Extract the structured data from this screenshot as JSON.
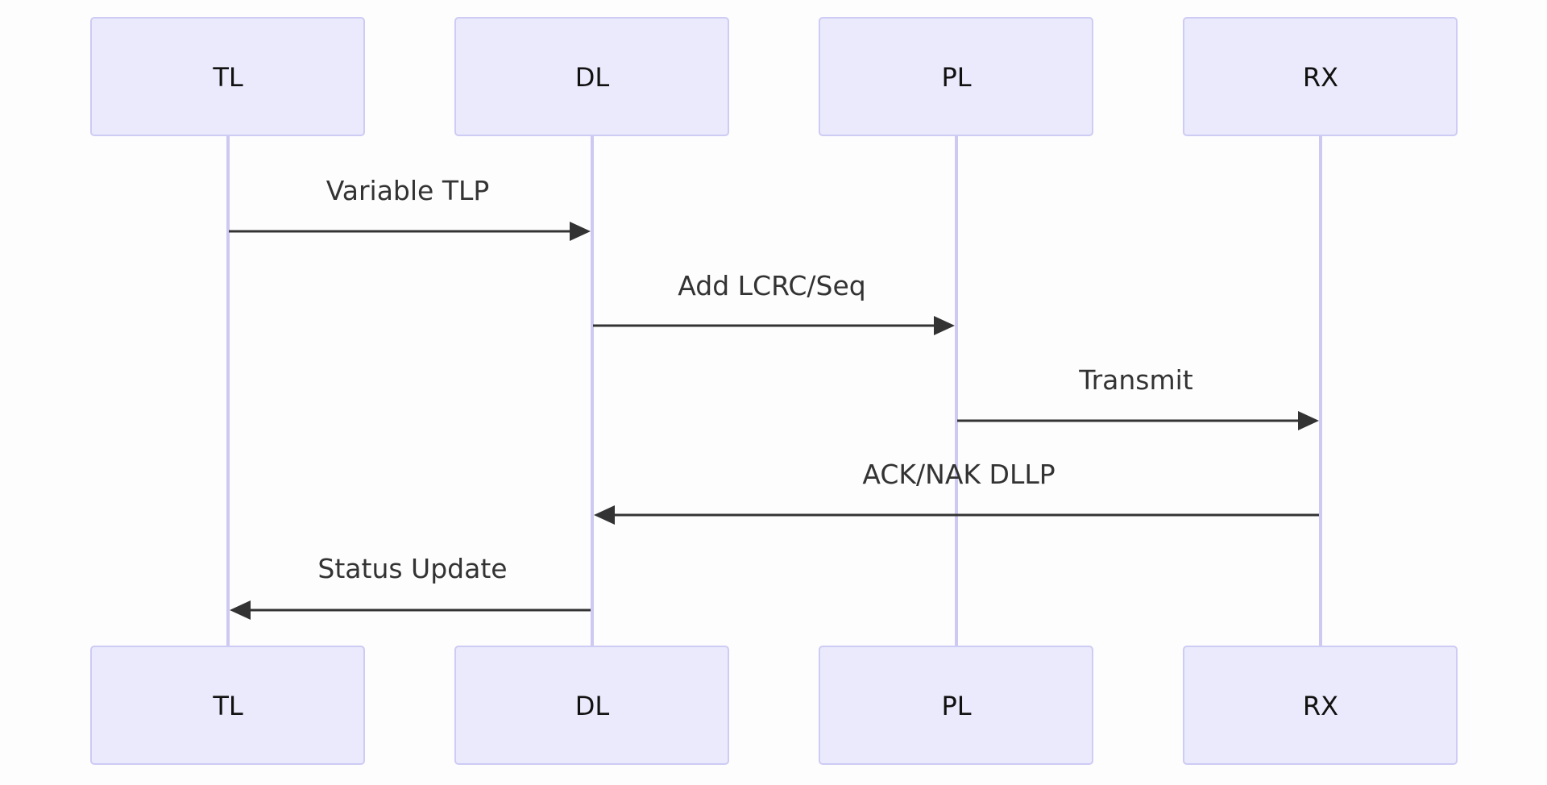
{
  "participants": [
    {
      "id": "TL",
      "label": "TL"
    },
    {
      "id": "DL",
      "label": "DL"
    },
    {
      "id": "PL",
      "label": "PL"
    },
    {
      "id": "RX",
      "label": "RX"
    }
  ],
  "messages": [
    {
      "from": "TL",
      "to": "DL",
      "label": "Variable TLP"
    },
    {
      "from": "DL",
      "to": "PL",
      "label": "Add LCRC/Seq"
    },
    {
      "from": "PL",
      "to": "RX",
      "label": "Transmit"
    },
    {
      "from": "RX",
      "to": "DL",
      "label": "ACK/NAK DLLP"
    },
    {
      "from": "DL",
      "to": "TL",
      "label": "Status Update"
    }
  ],
  "colors": {
    "actor_fill": "#eaeafc",
    "actor_stroke": "#cecbf4",
    "lifeline": "#cdc9f3",
    "message": "#333333",
    "background": "#fdfdfd"
  }
}
